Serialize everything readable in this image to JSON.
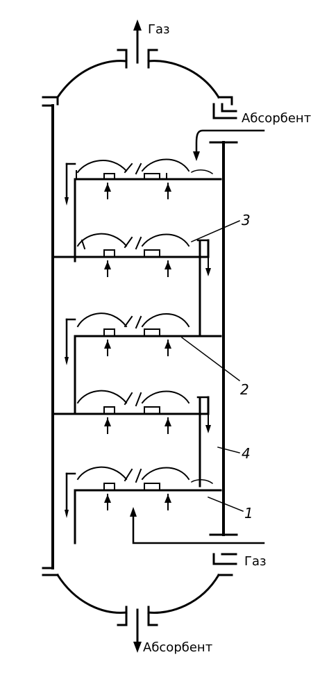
{
  "labels": {
    "gas_out": "Газ",
    "absorbent_in": "Абсорбент",
    "gas_in": "Газ",
    "absorbent_out": "Абсорбент",
    "callout_1": "1",
    "callout_2": "2",
    "callout_3": "3",
    "callout_4": "4"
  },
  "colors": {
    "ink": "#000000",
    "background": "#ffffff"
  }
}
